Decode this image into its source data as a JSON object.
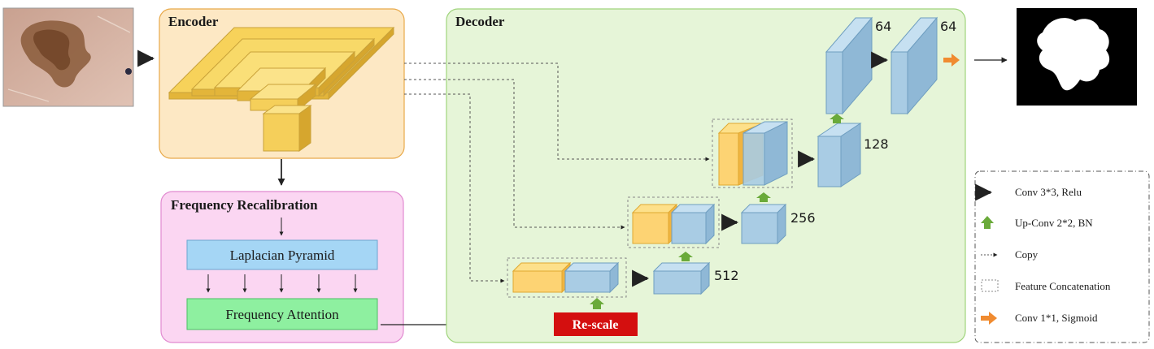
{
  "encoder": {
    "title": "Encoder"
  },
  "decoder": {
    "title": "Decoder"
  },
  "freq": {
    "title": "Frequency Recalibration",
    "pyramid": "Laplacian Pyramid",
    "attention": "Frequency Attention"
  },
  "rescale": "Re-scale",
  "channels": {
    "c512": "512",
    "c256": "256",
    "c128": "128",
    "c64a": "64",
    "c64b": "64"
  },
  "legend": {
    "conv": "Conv 3*3, Relu",
    "upconv": "Up-Conv 2*2, BN",
    "copy": "Copy",
    "concat": "Feature Concatenation",
    "conv1": "Conv 1*1, Sigmoid"
  },
  "colors": {
    "encoder_bg": "#fde8c4",
    "decoder_bg": "#e6f5d8",
    "freq_bg": "#fbd6f2",
    "pyramid_fill": "#a5d6f5",
    "attention_fill": "#8ef0a0",
    "rescale_fill": "#d40f0f",
    "feature_blue": "#a9cce4",
    "feature_yellow": "#fdd373",
    "up_arrow": "#6aaa3a",
    "sigmoid_arrow": "#f08b30"
  }
}
